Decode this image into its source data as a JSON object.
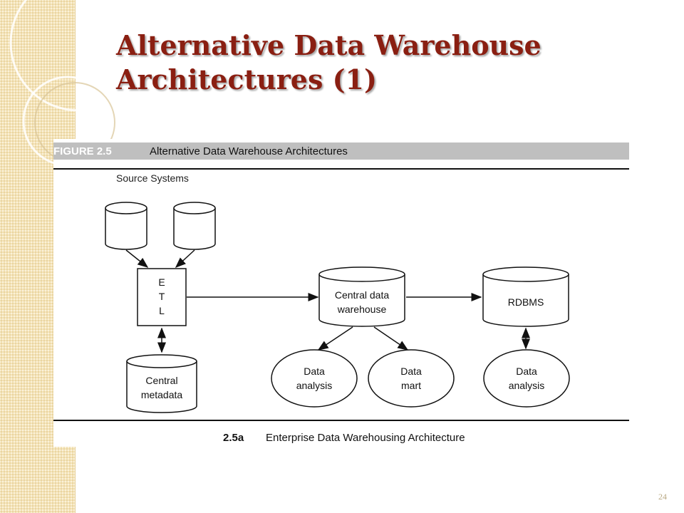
{
  "slide": {
    "title": "Alternative Data Warehouse Architectures (1)",
    "page_number": "24"
  },
  "figure": {
    "label": "FIGURE 2.5",
    "caption": "Alternative Data Warehouse Architectures",
    "sub_label": "2.5a",
    "sub_caption": "Enterprise Data Warehousing Architecture"
  },
  "diagram": {
    "source_systems_label": "Source Systems",
    "etl": {
      "line1": "E",
      "line2": "T",
      "line3": "L"
    },
    "central_metadata": {
      "line1": "Central",
      "line2": "metadata"
    },
    "central_dw": {
      "line1": "Central data",
      "line2": "warehouse"
    },
    "rdbms": {
      "line1": "RDBMS"
    },
    "data_analysis_left": {
      "line1": "Data",
      "line2": "analysis"
    },
    "data_mart": {
      "line1": "Data",
      "line2": "mart"
    },
    "data_analysis_right": {
      "line1": "Data",
      "line2": "analysis"
    }
  }
}
